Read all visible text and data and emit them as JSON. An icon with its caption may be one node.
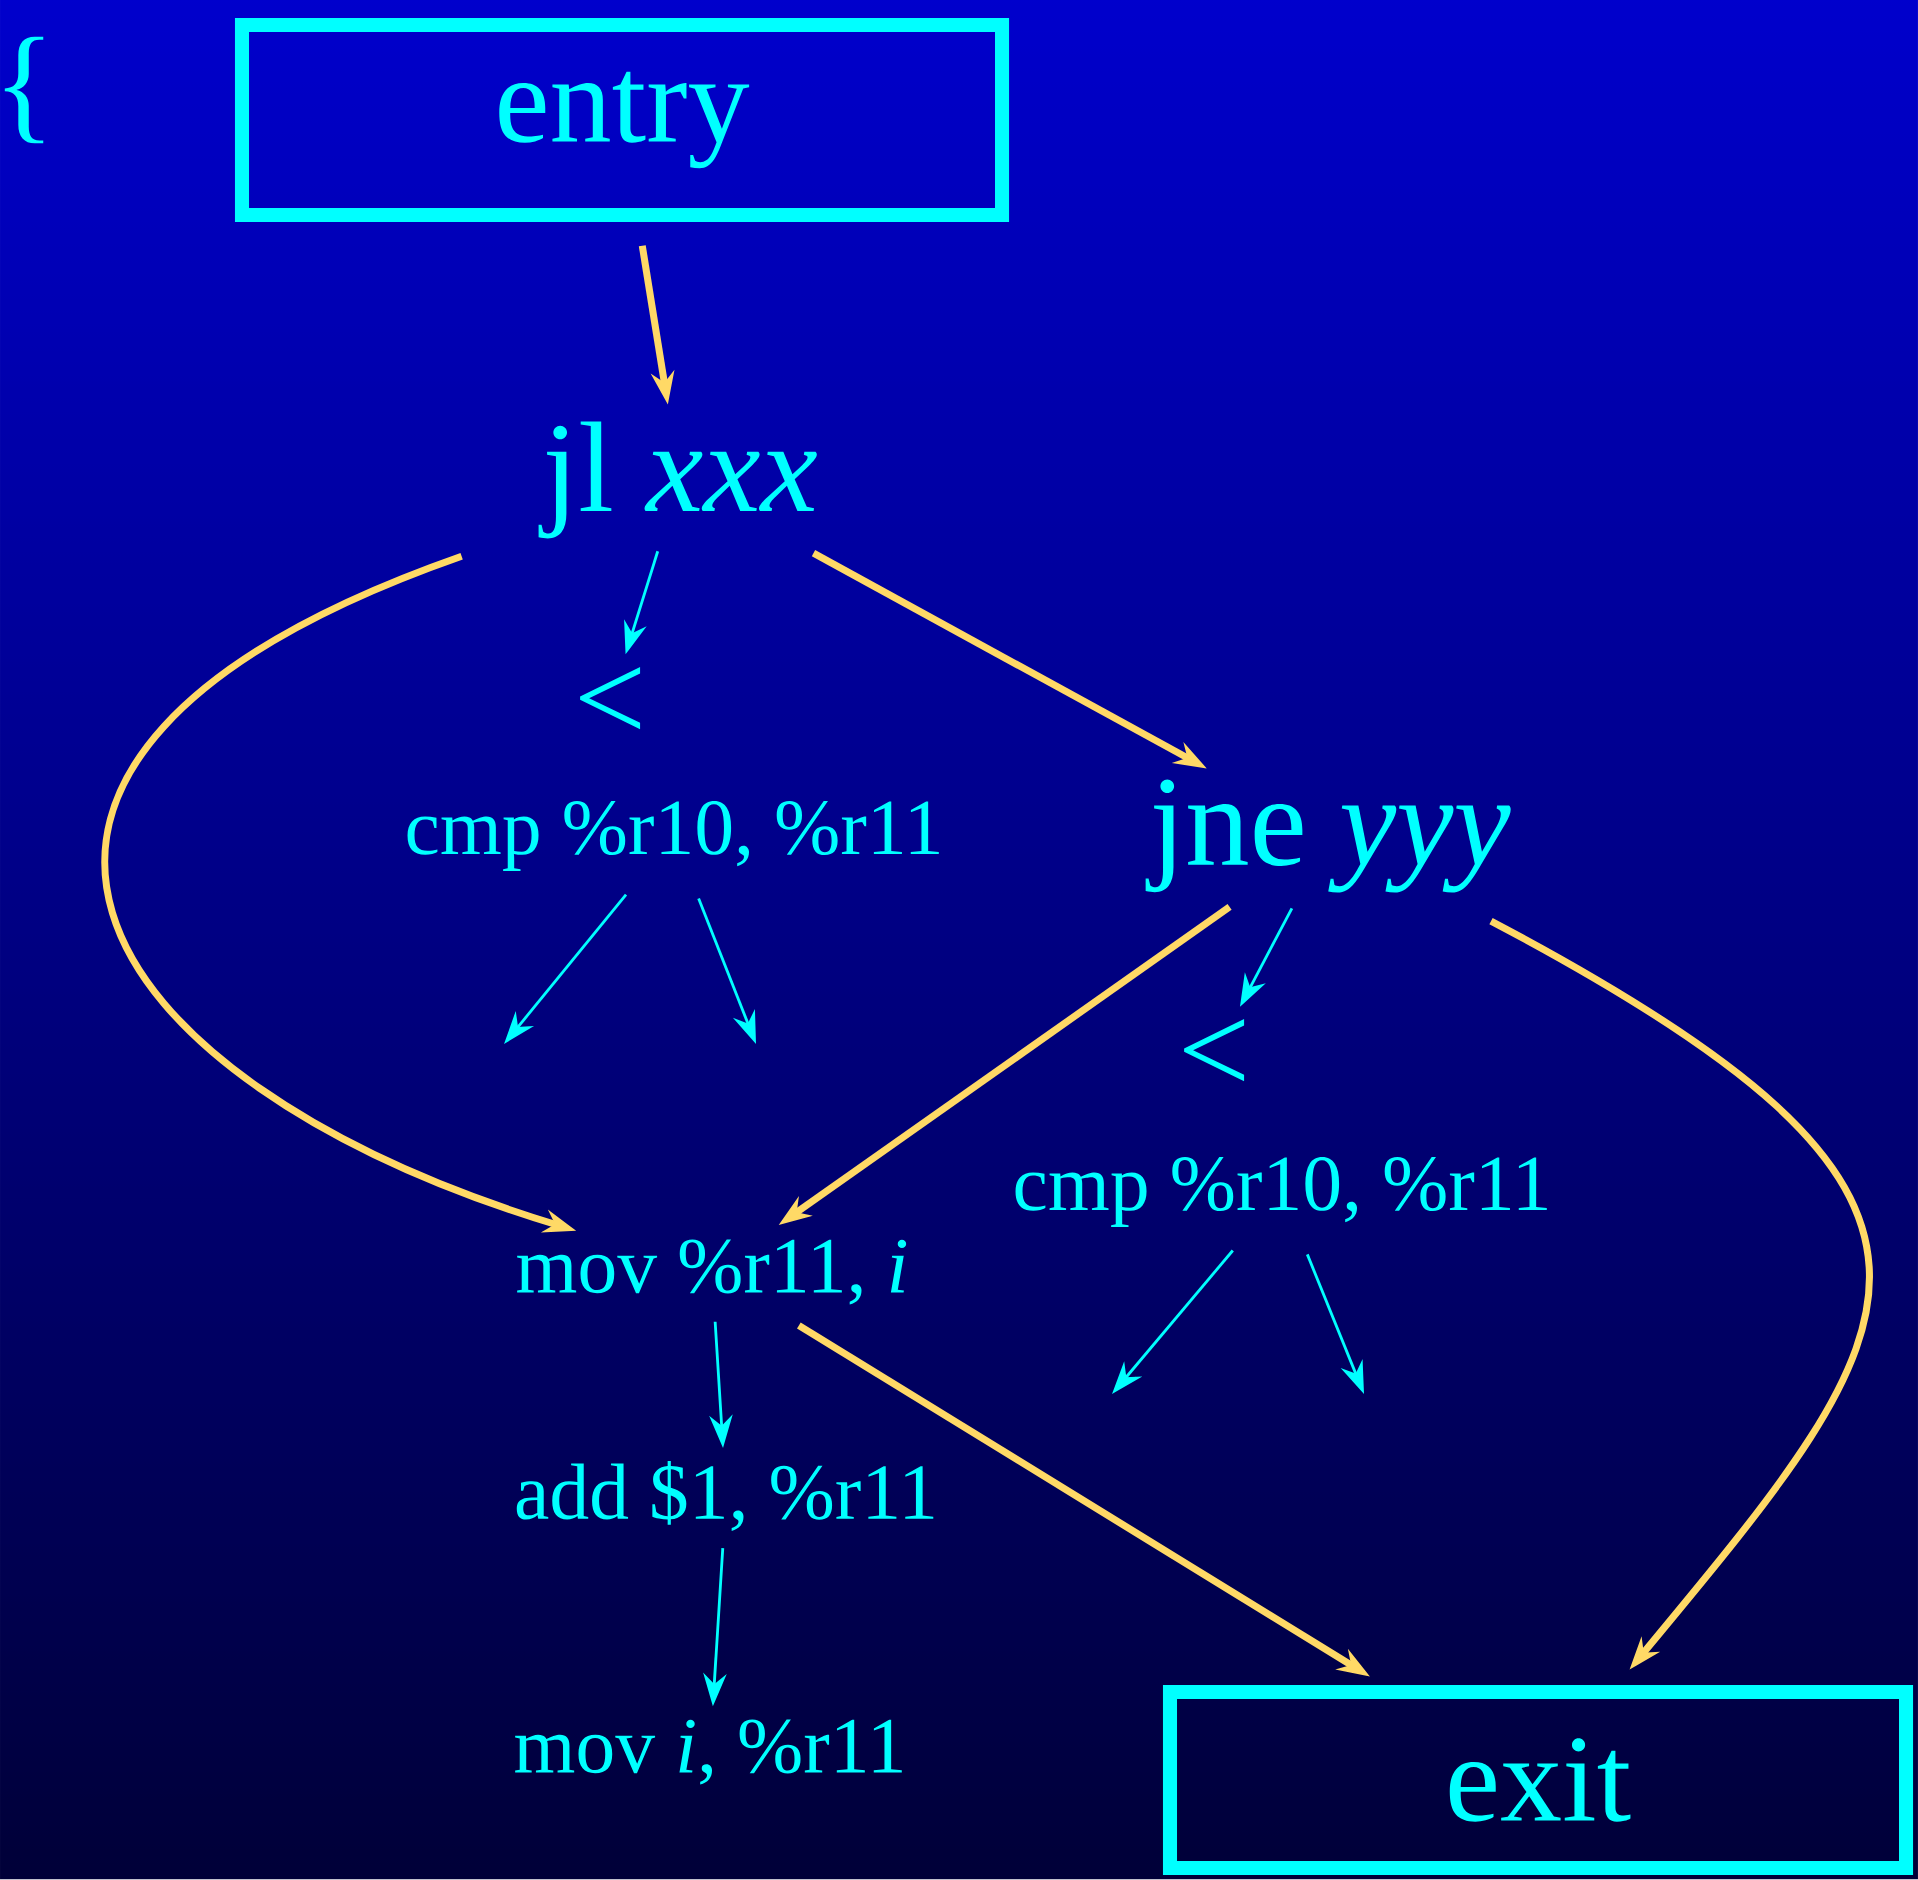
{
  "diagram": {
    "nodes": [
      {
        "text": [
          "entry"
        ]
      },
      {
        "text": [
          "jl *xxx*"
        ]
      },
      {
        "text": [
          "<"
        ]
      },
      {
        "text": [
          "cmp %r10, %r11"
        ]
      },
      {
        "text": [
          "jne *yyy*"
        ]
      },
      {
        "text": [
          "<"
        ]
      },
      {
        "text": [
          "cmp %r10, %r11"
        ]
      },
      {
        "text": [
          "mov %r11, *i*"
        ]
      },
      {
        "text": [
          "add $1, %r11"
        ]
      },
      {
        "text": [
          "mov *i*, %r11"
        ]
      },
      {
        "text": [
          "exit"
        ]
      }
    ],
    "edges": [
      {
        "from": 0,
        "to": 1,
        "arrow": "to",
        "style": "thick",
        "color": "#ffd966"
      },
      {
        "from": 1,
        "to": 7,
        "arrow": "to",
        "style": "thick",
        "color": "#ffd966"
      },
      {
        "from": 1,
        "to": 4,
        "arrow": "to",
        "style": "thick",
        "color": "#ffd966"
      },
      {
        "from": 4,
        "to": 7,
        "arrow": "to",
        "style": "thick",
        "color": "#ffd966"
      },
      {
        "from": 4,
        "to": 10,
        "arrow": "to",
        "style": "thick",
        "color": "#ffd966"
      },
      {
        "from": 7,
        "to": 10,
        "arrow": "to",
        "style": "thick",
        "color": "#ffd966"
      },
      {
        "from": 1,
        "to": 2,
        "arrow": "to"
      },
      {
        "from": 3,
        "to": null,
        "arrow": "to"
      },
      {
        "from": 3,
        "to": null,
        "arrow": "to"
      },
      {
        "from": 4,
        "to": 5,
        "arrow": "to"
      },
      {
        "from": 6,
        "to": null,
        "arrow": "to"
      },
      {
        "from": 6,
        "to": null,
        "arrow": "to"
      },
      {
        "from": 7,
        "to": 8,
        "arrow": "to"
      },
      {
        "from": 8,
        "to": 9,
        "arrow": "to"
      }
    ],
    "labels": [
      "{"
    ]
  }
}
